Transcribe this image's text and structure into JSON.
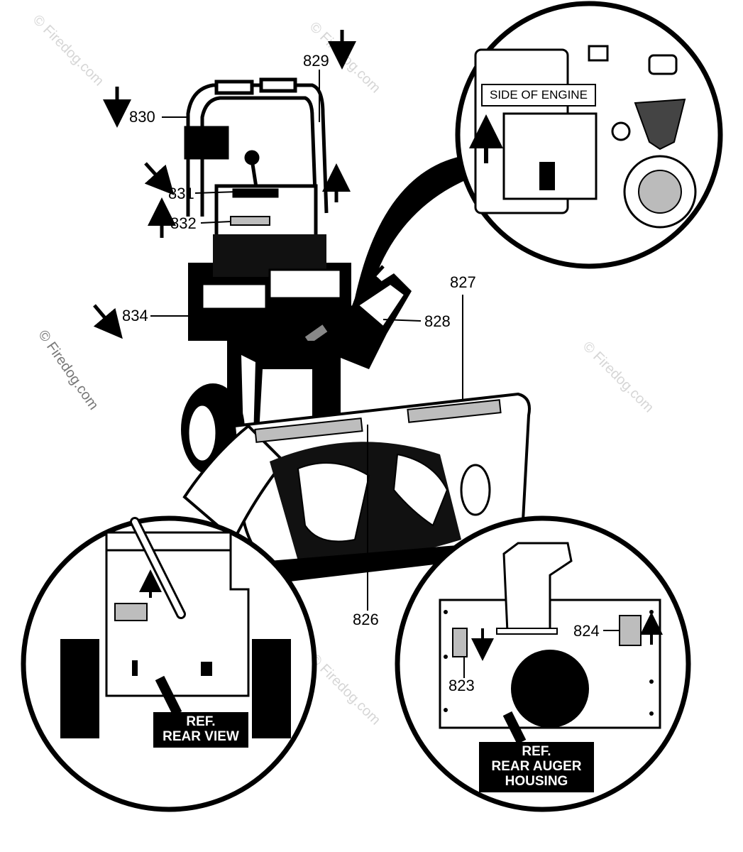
{
  "watermark": "© Firedog.com",
  "callouts": {
    "c823": "823",
    "c824": "824",
    "c826": "826",
    "c827": "827",
    "c828": "828",
    "c829": "829",
    "c830": "830",
    "c831": "831",
    "c832": "832",
    "c834": "834"
  },
  "insets": {
    "engine": "SIDE OF ENGINE",
    "rear_view_1": "REF.",
    "rear_view_2": "REAR VIEW",
    "auger_1": "REF.",
    "auger_2": "REAR AUGER",
    "auger_3": "HOUSING"
  },
  "colors": {
    "ink": "#000000",
    "paper": "#ffffff",
    "decal": "#bdbdbd",
    "watermark": "#d6d6d6"
  }
}
